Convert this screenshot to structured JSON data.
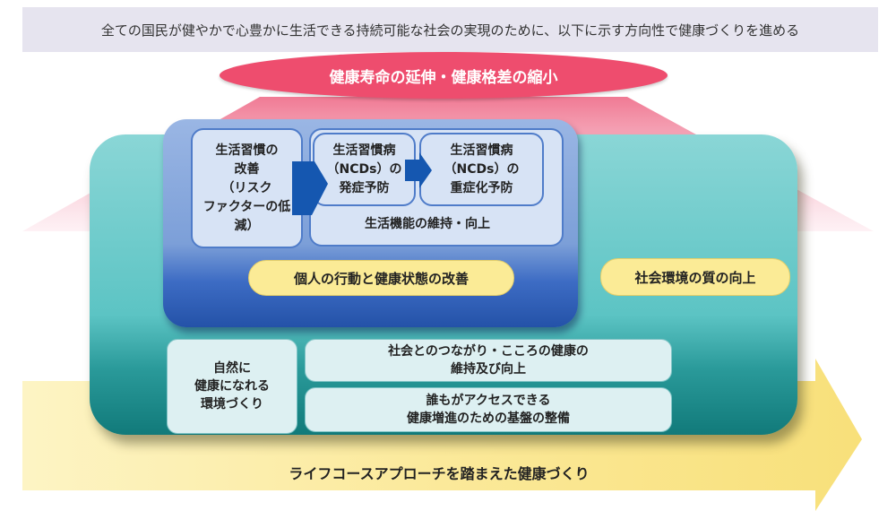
{
  "banner": "全ての国民が健やかで心豊かに生活できる持続可能な社会の実現のために、以下に示す方向性で健康づくりを進める",
  "goal": "健康寿命の延伸・健康格差の縮小",
  "individual": {
    "lifestyle": [
      "生活習慣の",
      "改善",
      "（リスク",
      "ファクターの低減）"
    ],
    "ncd_onset": [
      "生活習慣病",
      "（NCDs）の",
      "発症予防"
    ],
    "ncd_severe": [
      "生活習慣病",
      "（NCDs）の",
      "重症化予防"
    ],
    "function": "生活機能の維持・向上",
    "label": "個人の行動と健康状態の改善"
  },
  "social": {
    "label": "社会環境の質の向上",
    "nature": [
      "自然に",
      "健康になれる",
      "環境づくり"
    ],
    "connection": [
      "社会とのつながり・こころの健康の",
      "維持及び向上"
    ],
    "access": [
      "誰もがアクセスできる",
      "健康増進のための基盤の整備"
    ]
  },
  "lifecourse": "ライフコースアプローチを踏まえた健康づくり",
  "colors": {
    "goal": "#ee4d6e",
    "teal": "#5cc4c4",
    "blue": "#7c9fd8",
    "yellow": "#fbeb96",
    "arrow": "#1557b0"
  }
}
